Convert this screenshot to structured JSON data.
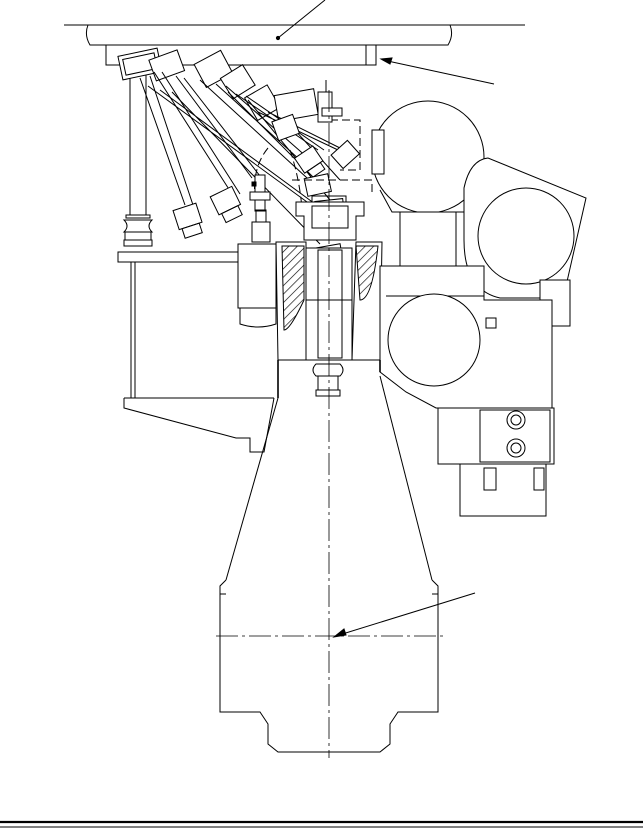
{
  "figure": {
    "description_text": "",
    "callouts": [
      {
        "name": "crane-beam-callout",
        "label": ""
      },
      {
        "name": "crane-rail-callout",
        "label": ""
      },
      {
        "name": "crankshaft-centre-callout",
        "label": ""
      }
    ]
  },
  "colors": {
    "line": "#000000",
    "background": "#ffffff",
    "hatch": "#000000"
  }
}
